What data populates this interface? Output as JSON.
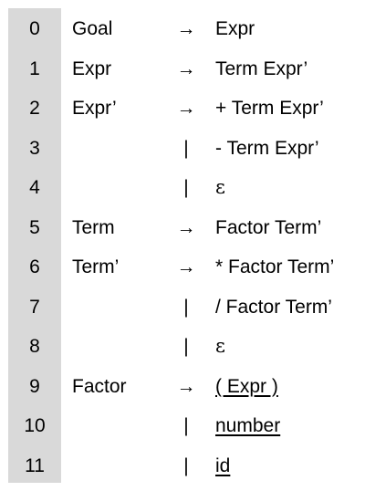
{
  "grammar": {
    "rows": [
      {
        "num": "0",
        "lhs": "Goal",
        "op": "→",
        "rhs": "Expr"
      },
      {
        "num": "1",
        "lhs": "Expr",
        "op": "→",
        "rhs": "Term Expr’"
      },
      {
        "num": "2",
        "lhs": "Expr’",
        "op": "→",
        "rhs": "+ Term Expr’"
      },
      {
        "num": "3",
        "lhs": "",
        "op": "|",
        "rhs": "- Term Expr’"
      },
      {
        "num": "4",
        "lhs": "",
        "op": "|",
        "rhs": "ε"
      },
      {
        "num": "5",
        "lhs": "Term",
        "op": "→",
        "rhs": "Factor Term’"
      },
      {
        "num": "6",
        "lhs": "Term’",
        "op": "→",
        "rhs": "* Factor Term’"
      },
      {
        "num": "7",
        "lhs": "",
        "op": "|",
        "rhs": "/ Factor Term’"
      },
      {
        "num": "8",
        "lhs": "",
        "op": "|",
        "rhs": "ε"
      },
      {
        "num": "9",
        "lhs": "Factor",
        "op": "→",
        "rhs": "( Expr )"
      },
      {
        "num": "10",
        "lhs": "",
        "op": "|",
        "rhs": "number"
      },
      {
        "num": "11",
        "lhs": "",
        "op": "|",
        "rhs": "id"
      }
    ]
  },
  "colors": {
    "index_strip": "#d9d9d9",
    "text": "#000000",
    "background": "#ffffff"
  }
}
